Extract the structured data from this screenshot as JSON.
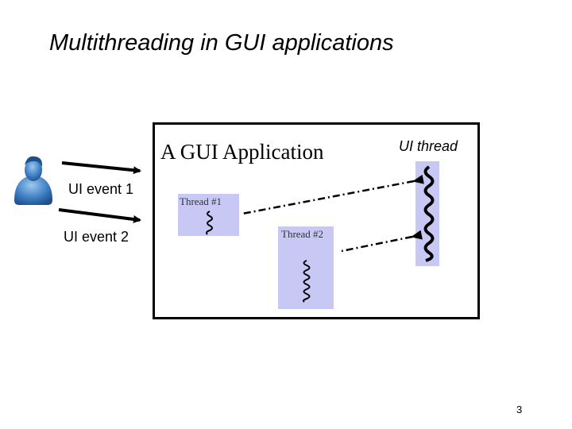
{
  "slide": {
    "title": "Multithreading in GUI applications",
    "page_number": "3"
  },
  "diagram": {
    "app_label": "A GUI Application",
    "ui_thread_label": "UI thread",
    "events": [
      "UI event 1",
      "UI event 2"
    ],
    "threads": [
      "Thread #1",
      "Thread #2"
    ]
  },
  "icons": {
    "user": "user-avatar-icon"
  },
  "colors": {
    "thread_fill": "#c8c8f4",
    "user_body": "#2e6fb4"
  }
}
